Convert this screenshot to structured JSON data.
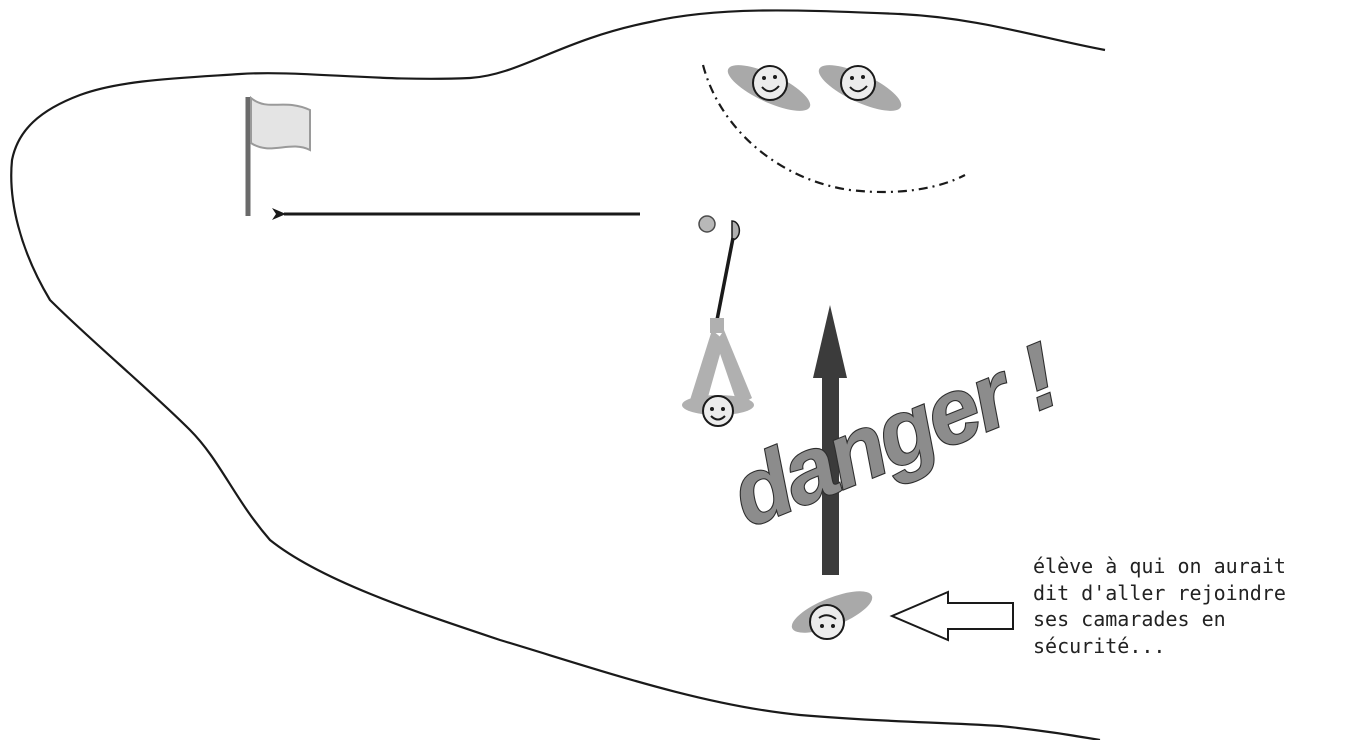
{
  "diagram": {
    "danger_label": "danger !",
    "annotation_lines": [
      "élève à qui on aurait",
      "dit d'aller rejoindre",
      "ses camarades en",
      "sécurité..."
    ]
  },
  "colors": {
    "outline": "#1a1a1a",
    "figure_gray": "#a9a9a9",
    "flag_fill": "#e4e4e4",
    "danger_fill": "#8c8c8c",
    "danger_arrow": "#3b3b3b"
  }
}
